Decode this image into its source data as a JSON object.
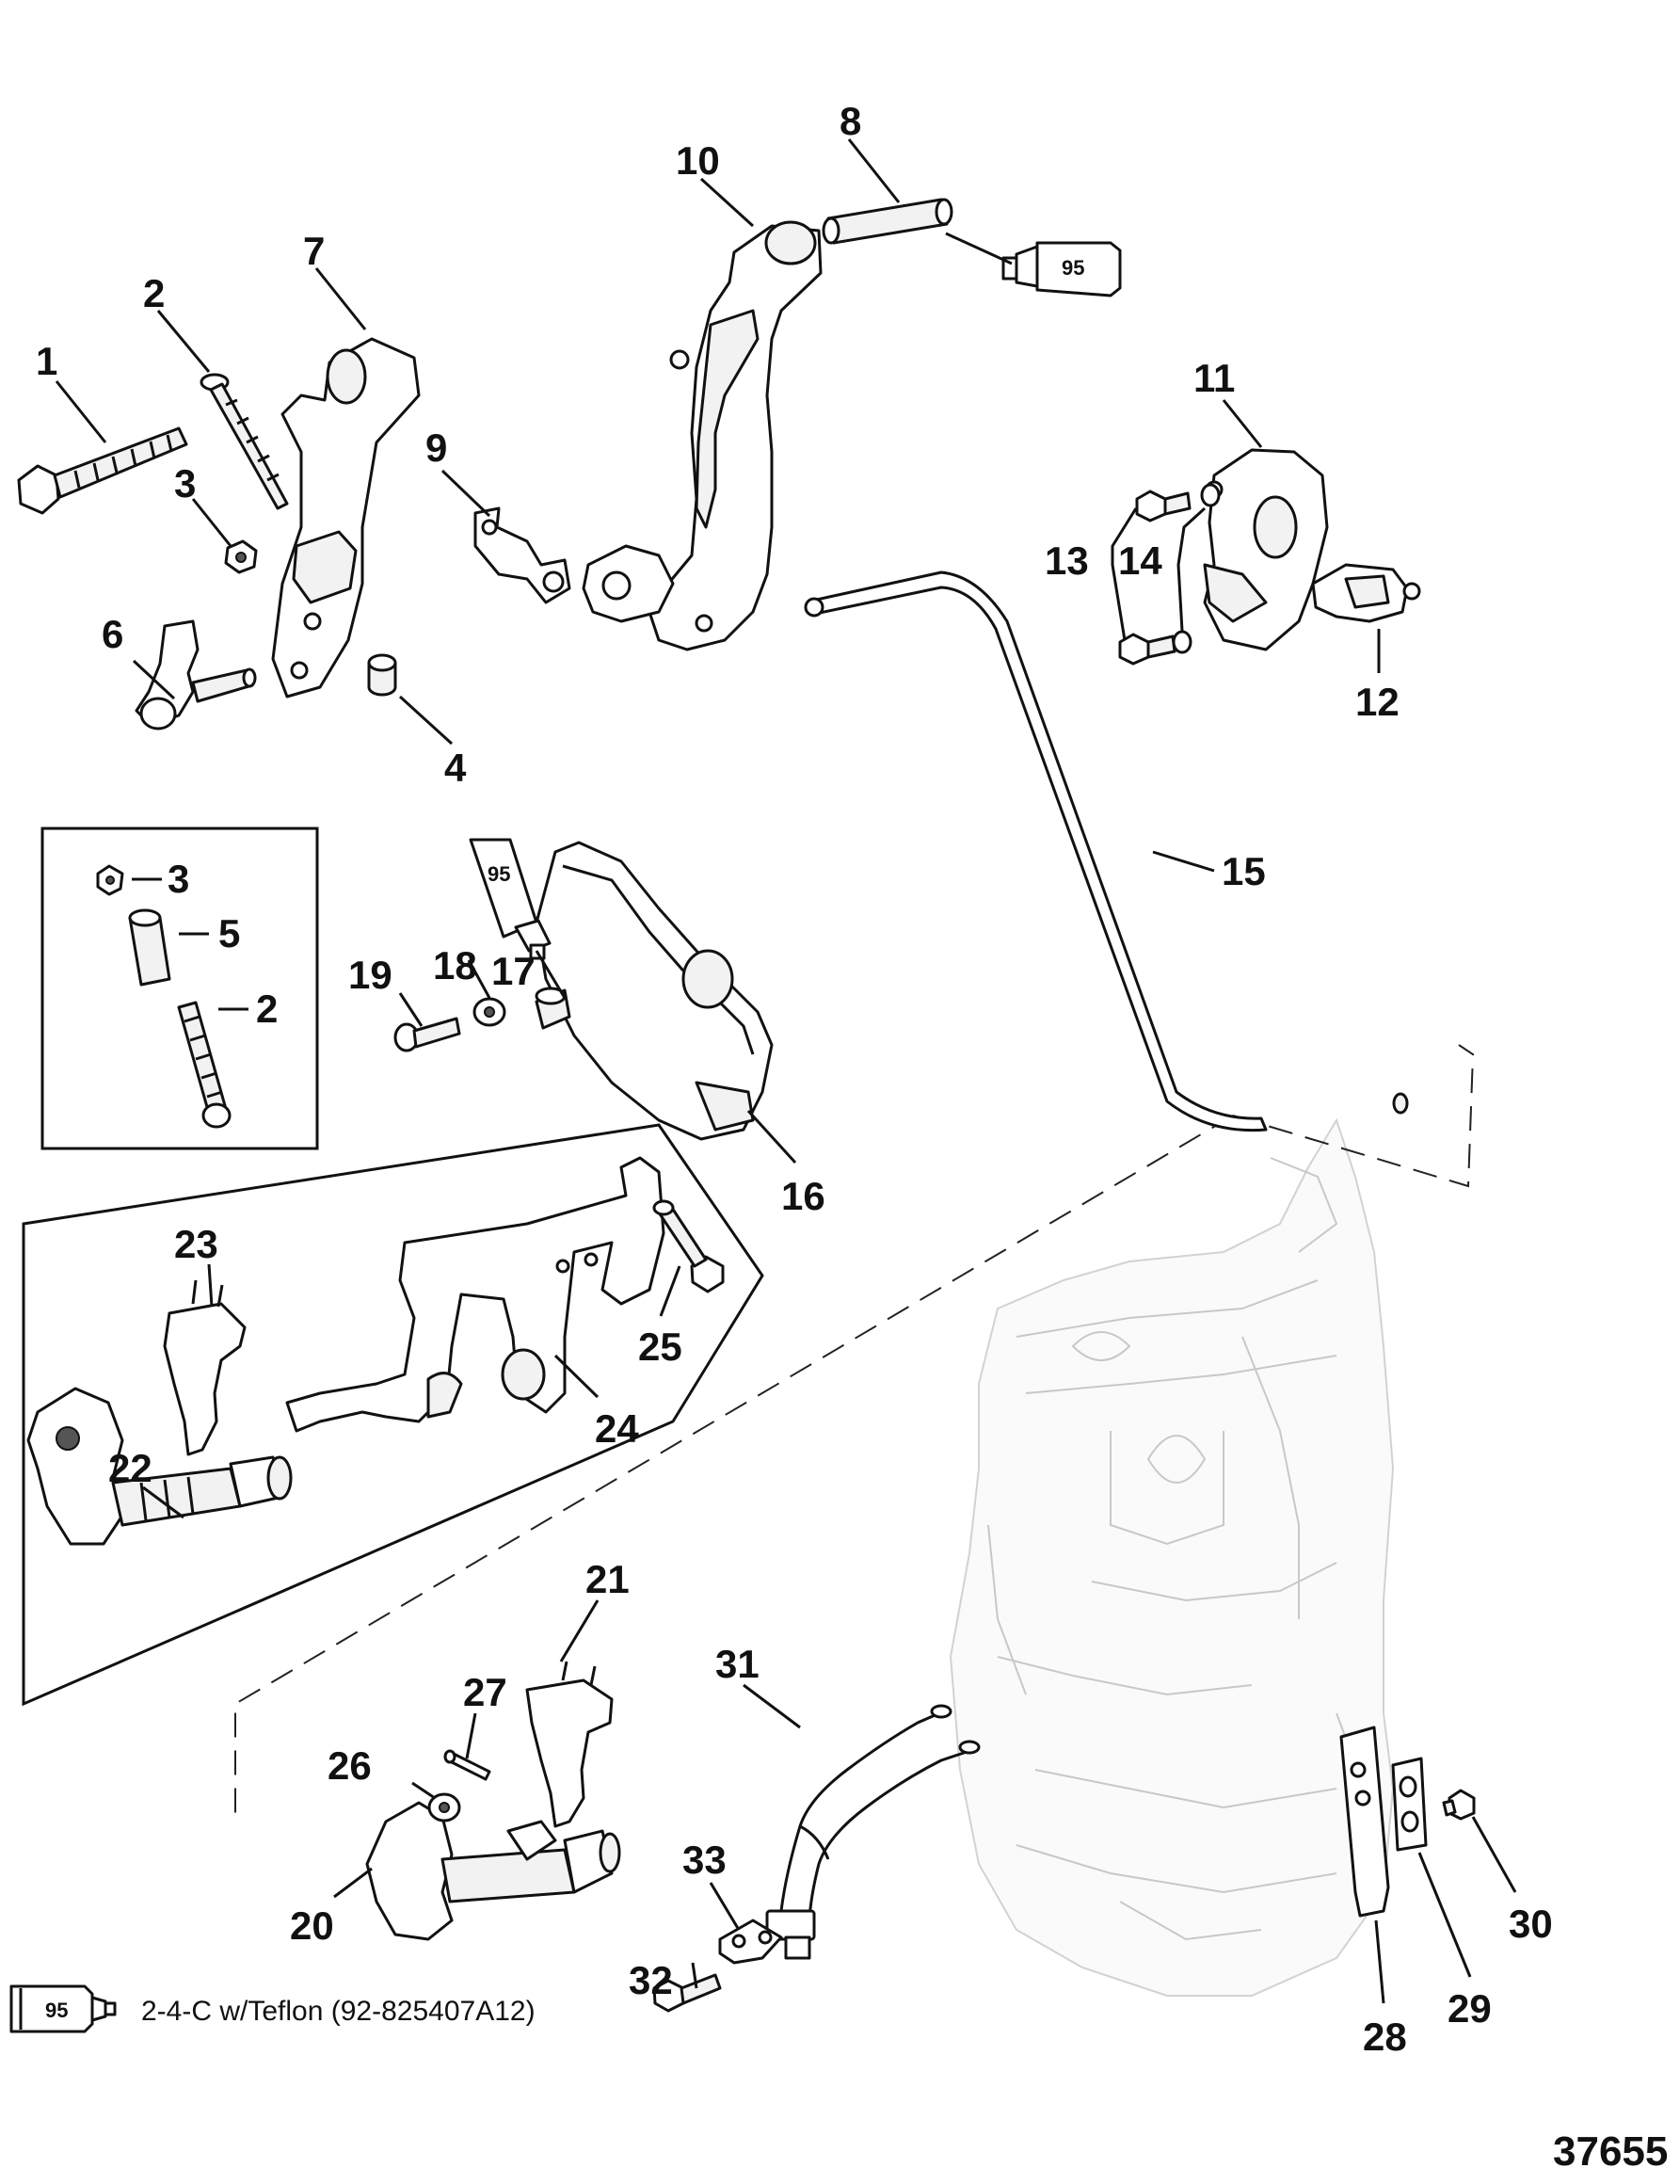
{
  "callouts": {
    "c1": "1",
    "c2": "2",
    "c3": "3",
    "c4": "4",
    "c6": "6",
    "c7": "7",
    "c8": "8",
    "c9": "9",
    "c10": "10",
    "c11": "11",
    "c12": "12",
    "c13": "13",
    "c14": "14",
    "c15": "15",
    "c16": "16",
    "c17": "17",
    "c18": "18",
    "c19": "19",
    "c20": "20",
    "c21": "21",
    "c22": "22",
    "c23": "23",
    "c24": "24",
    "c25": "25",
    "c26": "26",
    "c27": "27",
    "c28": "28",
    "c29": "29",
    "c30": "30",
    "c31": "31",
    "c32": "32",
    "c33": "33",
    "inset": {
      "c3": "3",
      "c5": "5",
      "c2": "2"
    }
  },
  "tube_labels": {
    "t1": "95",
    "t2": "95",
    "legend_tube": "95"
  },
  "legend": {
    "text": "2-4-C w/Teflon (92-825407A12)"
  },
  "reference_number": "37655"
}
